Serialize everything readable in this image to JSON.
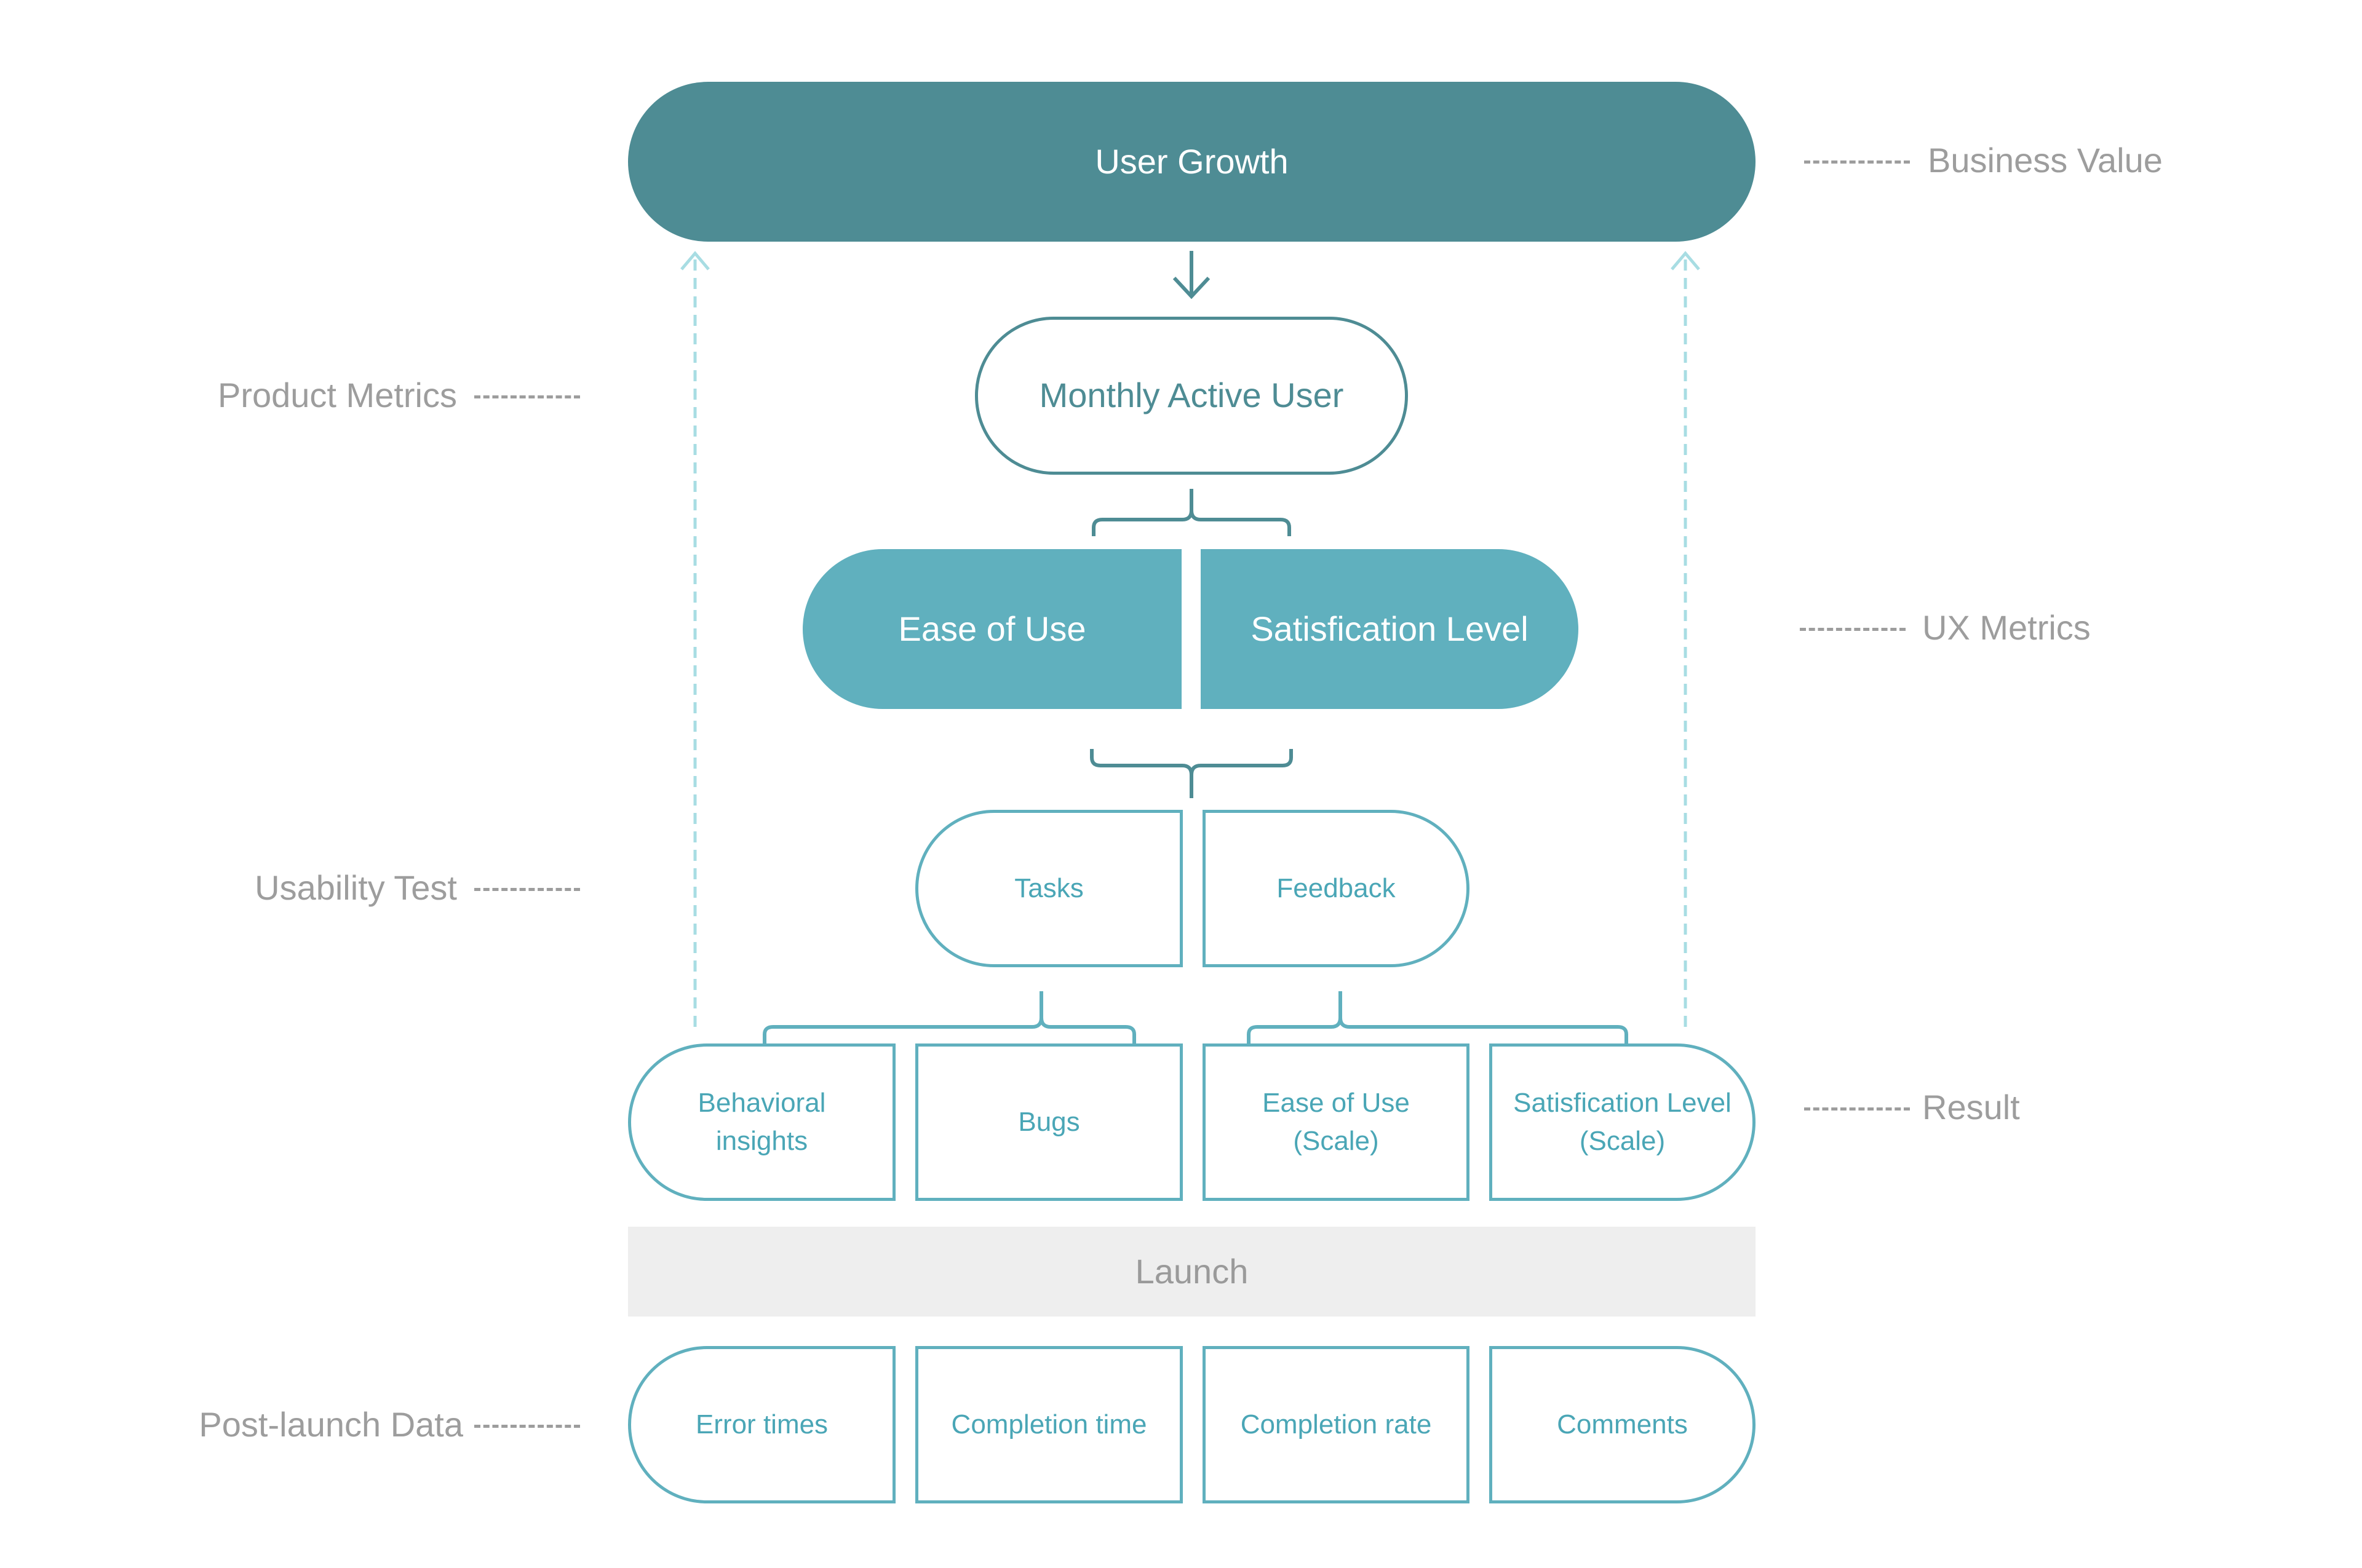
{
  "colors": {
    "dark_teal": "#4e8c94",
    "teal": "#60b0be",
    "text_teal": "#4aa6b6",
    "label_grey": "#9d9d9d",
    "launch_grey": "#eeeeee",
    "guide_line": "#a8dde3"
  },
  "labels": {
    "business_value": "Business Value",
    "product_metrics": "Product Metrics",
    "ux_metrics": "UX Metrics",
    "usability_test": "Usability Test",
    "result": "Result",
    "post_launch_data": "Post-launch Data"
  },
  "nodes": {
    "user_growth": "User Growth",
    "monthly_active_user": "Monthly Active User",
    "ease_of_use": "Ease of Use",
    "satisfication_level": "Satisfication Level",
    "tasks": "Tasks",
    "feedback": "Feedback",
    "behavioral_insights": [
      "Behavioral",
      "insights"
    ],
    "bugs": "Bugs",
    "ease_of_use_scale": [
      "Ease of Use",
      "(Scale)"
    ],
    "satisfication_level_scale": [
      "Satisfication Level",
      "(Scale)"
    ],
    "launch": "Launch",
    "error_times": "Error times",
    "completion_time": "Completion time",
    "completion_rate": "Completion rate",
    "comments": "Comments"
  }
}
